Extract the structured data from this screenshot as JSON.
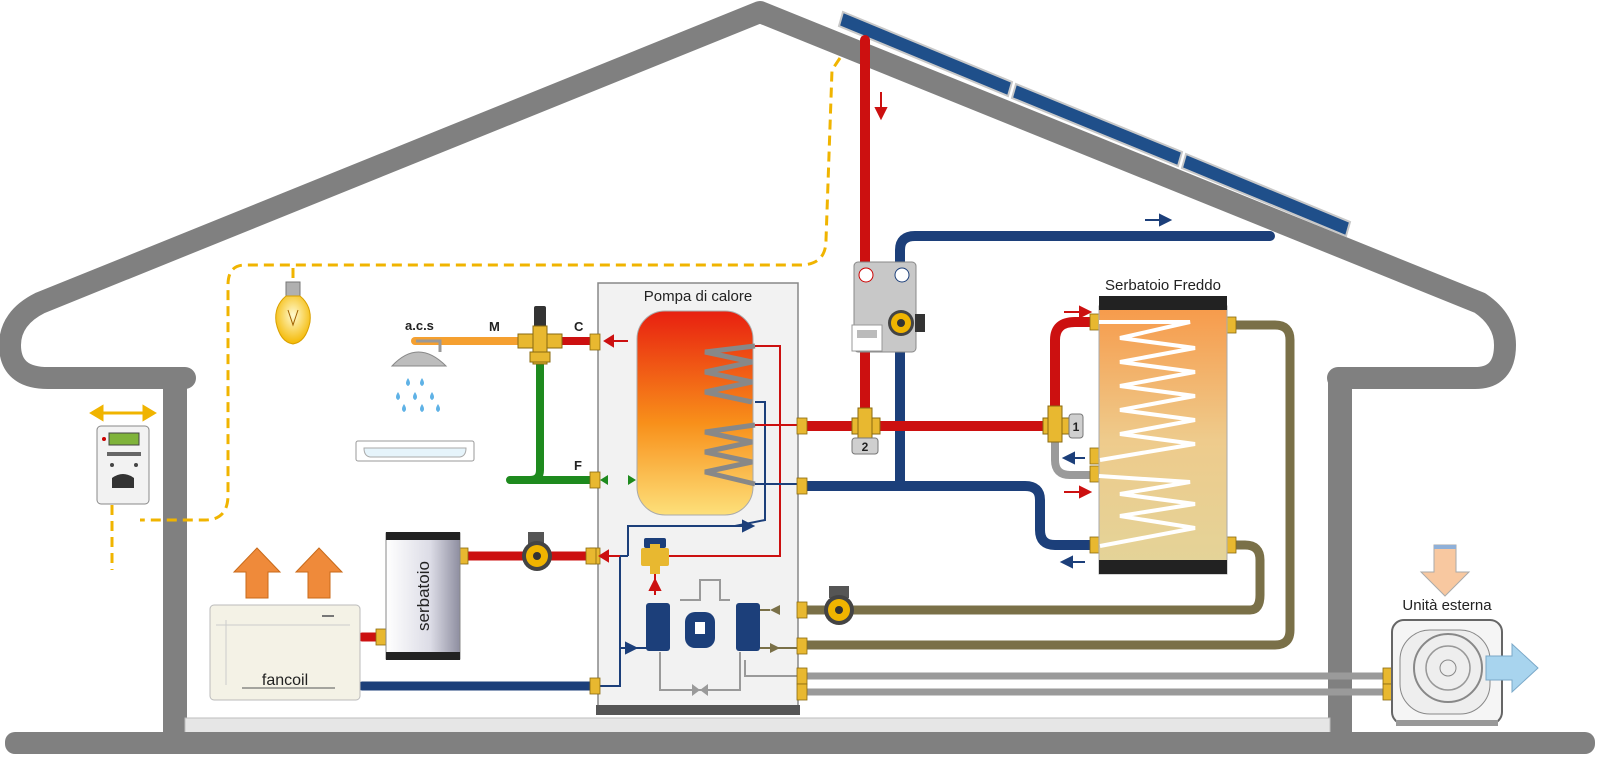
{
  "labels": {
    "heat_pump": "Pompa di calore",
    "cold_tank": "Serbatoio Freddo",
    "outdoor_unit": "Unità esterna",
    "dhw": "a.c.s",
    "mixed": "M",
    "hot": "C",
    "cold": "F",
    "storage": "serbatoio",
    "fancoil": "fancoil",
    "valve_1": "1",
    "valve_2": "2"
  },
  "colors": {
    "structure": "#808080",
    "hot_pipe": "#cc1010",
    "cold_pipe": "#1c3f7a",
    "drinking_cold_pipe": "#1e8a1e",
    "mixed_pipe": "#f5a030",
    "ground_pipe": "#7a7048",
    "refrigerant_pipe": "#9a9a9a",
    "electric_line": "#f0b400",
    "solar_panel": "#1f4f8a",
    "fitting": "#e8b830"
  },
  "icons": [
    "lightbulb-icon",
    "shower-icon",
    "bathtub-icon",
    "thermostat-icon",
    "pump-icon",
    "solar-panel-icon",
    "heat-arrow-icon",
    "flow-arrow-icon"
  ]
}
